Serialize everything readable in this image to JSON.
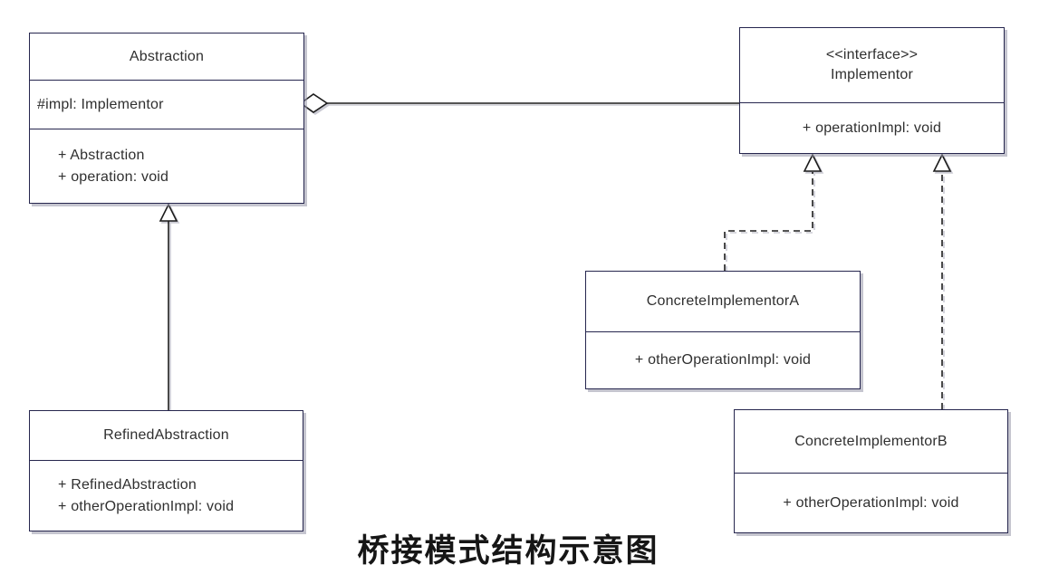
{
  "diagram": {
    "caption": "桥接模式结构示意图",
    "colors": {
      "box_border": "#26264e",
      "connector_line": "#1c1c1c",
      "text": "#2f2f2f",
      "shadow": "#9696a8"
    },
    "classes": {
      "abstraction": {
        "name": "Abstraction",
        "attributes": [
          "#impl: Implementor"
        ],
        "methods": [
          "+ Abstraction",
          "+ operation: void"
        ]
      },
      "implementor": {
        "stereotype": "<<interface>>",
        "name": "Implementor",
        "methods": [
          "+ operationImpl: void"
        ]
      },
      "concreteImplementorA": {
        "name": "ConcreteImplementorA",
        "methods": [
          "+ otherOperationImpl: void"
        ]
      },
      "concreteImplementorB": {
        "name": "ConcreteImplementorB",
        "methods": [
          "+ otherOperationImpl: void"
        ]
      },
      "refinedAbstraction": {
        "name": "RefinedAbstraction",
        "methods": [
          "+ RefinedAbstraction",
          "+ otherOperationImpl: void"
        ]
      }
    },
    "relationships": [
      {
        "type": "aggregation",
        "from": "Abstraction",
        "to": "Implementor"
      },
      {
        "type": "generalization",
        "from": "RefinedAbstraction",
        "to": "Abstraction"
      },
      {
        "type": "realization",
        "from": "ConcreteImplementorA",
        "to": "Implementor"
      },
      {
        "type": "realization",
        "from": "ConcreteImplementorB",
        "to": "Implementor"
      }
    ]
  }
}
